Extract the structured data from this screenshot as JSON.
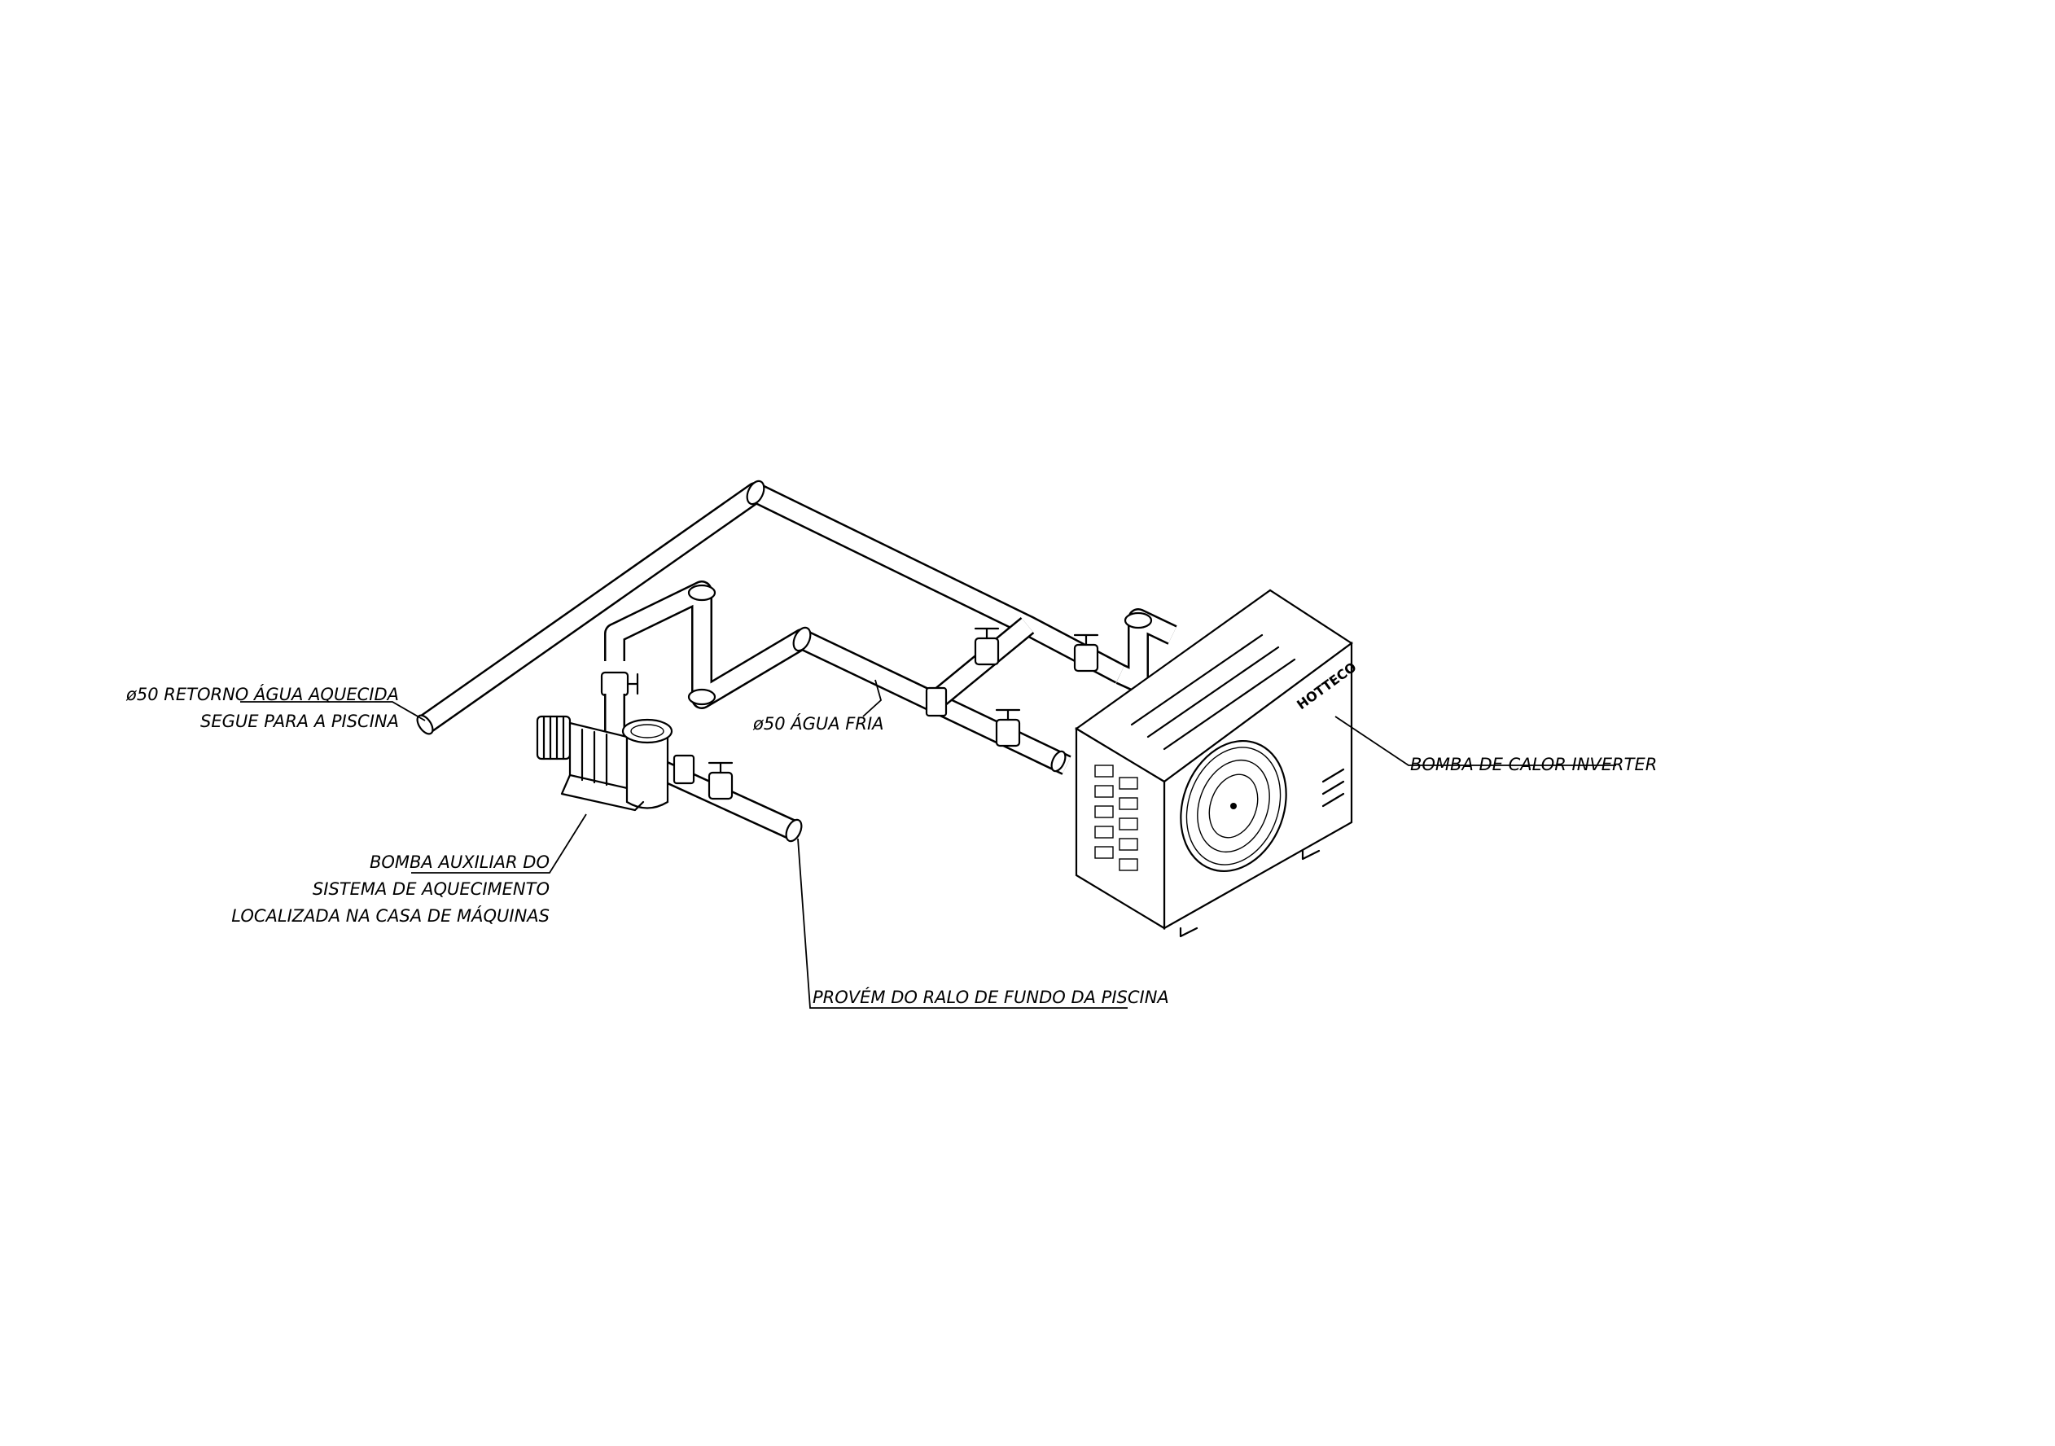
{
  "labels": {
    "return_line_1": "ø50 RETORNO ÁGUA AQUECIDA",
    "return_line_2": "SEGUE PARA A PISCINA",
    "cold_water": "ø50 ÁGUA FRIA",
    "heat_pump": "BOMBA DE CALOR INVERTER",
    "aux_pump_1": "BOMBA AUXILIAR DO",
    "aux_pump_2": "SISTEMA DE AQUECIMENTO",
    "aux_pump_3": "LOCALIZADA NA CASA DE MÁQUINAS",
    "drain": "PROVÉM DO RALO DE FUNDO DA PISCINA"
  },
  "heat_pump_brand": "HOTTECO",
  "colors": {
    "line": "#000000",
    "background": "#ffffff"
  }
}
